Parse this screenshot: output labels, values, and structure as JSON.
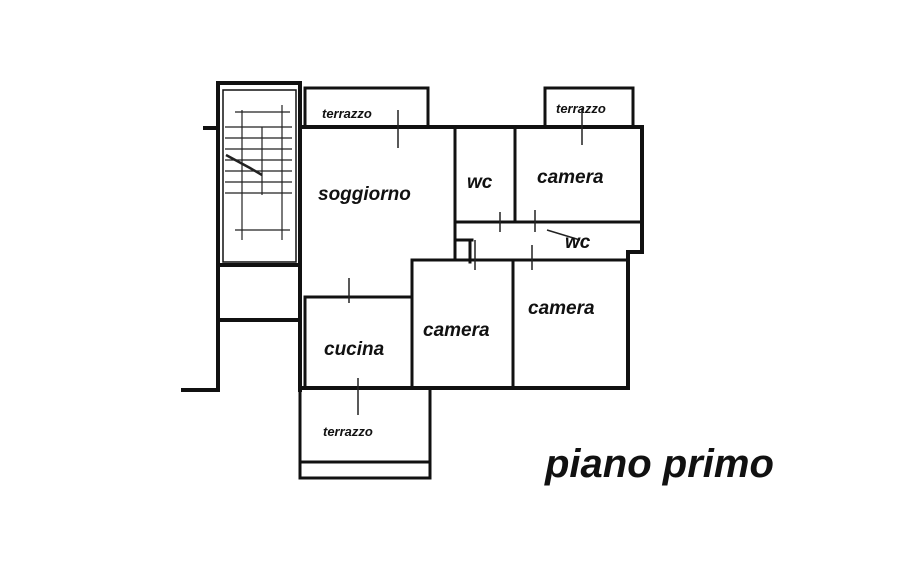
{
  "plan": {
    "title": "piano primo",
    "rooms": [
      {
        "id": "terrazzo-top-left",
        "label": "terrazzo"
      },
      {
        "id": "terrazzo-top-right",
        "label": "terrazzo"
      },
      {
        "id": "soggiorno",
        "label": "soggiorno"
      },
      {
        "id": "wc-1",
        "label": "wc"
      },
      {
        "id": "camera-1",
        "label": "camera"
      },
      {
        "id": "wc-2",
        "label": "wc"
      },
      {
        "id": "camera-2",
        "label": "camera"
      },
      {
        "id": "camera-3",
        "label": "camera"
      },
      {
        "id": "cucina",
        "label": "cucina"
      },
      {
        "id": "terrazzo-bottom",
        "label": "terrazzo"
      }
    ]
  }
}
